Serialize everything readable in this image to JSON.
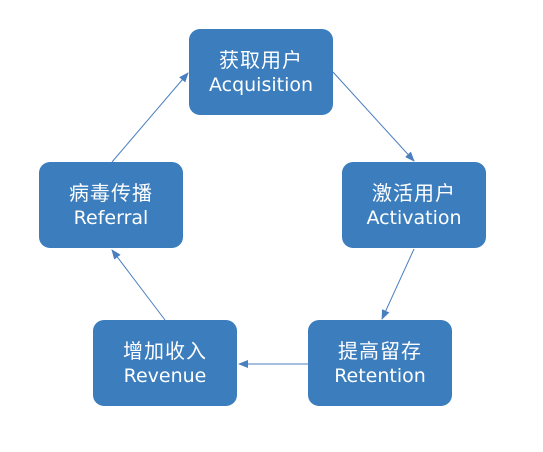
{
  "colors": {
    "node_fill": "#3b7dbd",
    "node_text": "#ffffff",
    "arrow": "#4a7fbf"
  },
  "nodes": {
    "acquisition": {
      "zh": "获取用户",
      "en": "Acquisition"
    },
    "activation": {
      "zh": "激活用户",
      "en": "Activation"
    },
    "retention": {
      "zh": "提高留存",
      "en": "Retention"
    },
    "revenue": {
      "zh": "增加收入",
      "en": "Revenue"
    },
    "referral": {
      "zh": "病毒传播",
      "en": "Referral"
    }
  }
}
